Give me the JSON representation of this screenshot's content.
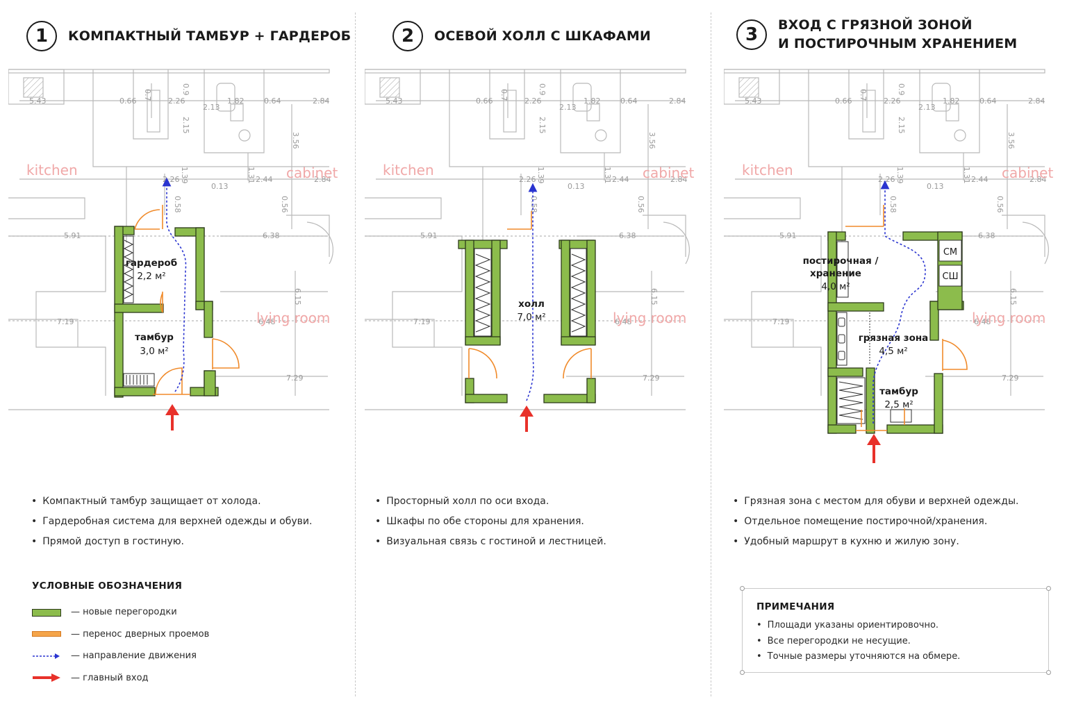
{
  "options": [
    {
      "number": "1",
      "title_lines": [
        "КОМПАКТНЫЙ ТАМБУР + ГАРДЕРОБ"
      ],
      "bullets": [
        "Компактный тамбур защищает от холода.",
        "Гардеробная система для верхней одежды и обуви.",
        "Прямой доступ в гостиную."
      ],
      "rooms": [
        {
          "name": "гардероб",
          "area": "2,2 м²"
        },
        {
          "name": "тамбур",
          "area": "3,0 м²"
        }
      ]
    },
    {
      "number": "2",
      "title_lines": [
        "ОСЕВОЙ ХОЛЛ С ШКАФАМИ"
      ],
      "bullets": [
        "Просторный холл по оси входа.",
        "Шкафы по обе стороны для хранения.",
        "Визуальная связь с гостиной и лестницей."
      ],
      "rooms": [
        {
          "name": "холл",
          "area": "7,0 м²"
        }
      ]
    },
    {
      "number": "3",
      "title_lines": [
        "ВХОД С ГРЯЗНОЙ ЗОНОЙ",
        "И ПОСТИРОЧНЫМ ХРАНЕНИЕМ"
      ],
      "bullets": [
        "Грязная зона с местом для обуви и верхней одежды.",
        "Отдельное помещение постирочной/хранения.",
        "Удобный маршрут в кухню и жилую зону."
      ],
      "rooms": [
        {
          "name_lines": [
            "постирочная /",
            "хранение"
          ],
          "area": "4,0 м²"
        },
        {
          "name": "грязная зона",
          "area": "4,5 м²"
        },
        {
          "name": "тамбур",
          "area": "2,5 м²"
        }
      ],
      "appliance_labels": [
        "СМ",
        "СШ"
      ]
    }
  ],
  "base_plan": {
    "room_labels": [
      "kitchen",
      "cabinet",
      "lying room"
    ],
    "dimensions": [
      "5.43",
      "0.66",
      "0.7",
      "2.26",
      "2.13",
      "1.82",
      "0.64",
      "2.84",
      "2.15",
      "0.9",
      "3.56",
      "0.13",
      "1.31",
      "1.39",
      "2.26",
      "0.13",
      "2.44",
      "2.84",
      "0.56",
      "0.58",
      "5.91",
      "6.38",
      "7.19",
      "6.48",
      "6.15",
      "7.29"
    ]
  },
  "legend": {
    "title": "УСЛОВНЫЕ ОБОЗНАЧЕНИЯ",
    "items": [
      {
        "symbol": "green-wall",
        "text": "— новые перегородки"
      },
      {
        "symbol": "orange-door",
        "text": "— перенос дверных проемов"
      },
      {
        "symbol": "blue-dotted-arrow",
        "text": "— направление движения"
      },
      {
        "symbol": "red-arrow",
        "text": "— главный вход"
      }
    ]
  },
  "notes": {
    "title": "ПРИМЕЧАНИЯ",
    "items": [
      "Площади указаны ориентировочно.",
      "Все перегородки не несущие.",
      "Точные размеры уточняются на обмере."
    ]
  },
  "colors": {
    "new_wall_fill": "#8cbc4c",
    "new_wall_stroke": "#2d3a1c",
    "door": "#f08a2a",
    "movement": "#2a34d0",
    "entrance": "#e8312a",
    "base_plan_line": "#b9b9b9",
    "ghost_label": "#f0a8a8"
  }
}
